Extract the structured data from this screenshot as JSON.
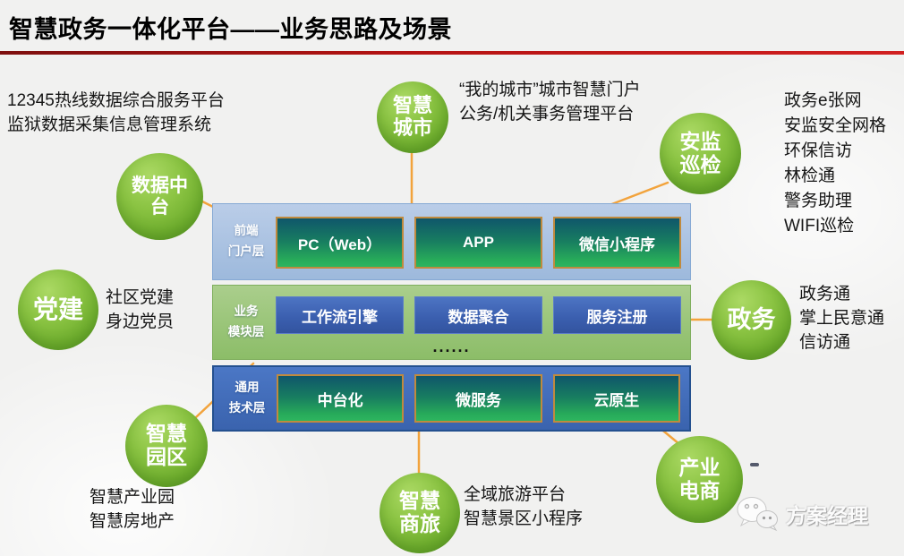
{
  "title": "智慧政务一体化平台——业务思路及场景",
  "colors": {
    "accent_red": "#b51313",
    "connector_orange": "#f2a33c",
    "bubble_green": "#6fae2e",
    "portal_layer_blue": "#9db9dc",
    "business_layer_green": "#8cbd68",
    "tech_layer_blue": "#3a63ae",
    "item_green": "#27aa5a",
    "item_blue": "#3a5eae"
  },
  "notes": {
    "top_left": "12345热线数据综合服务平台\n监狱数据采集信息管理系统",
    "top_center": "“我的城市”城市智慧门户\n公务/机关事务管理平台",
    "top_right": "政务e张网\n安监安全网格\n环保信访\n林检通\n警务助理\nWIFI巡检",
    "mid_left": "社区党建\n身边党员",
    "mid_right": "政务通\n掌上民意通\n信访通",
    "bottom_left": "智慧产业园\n智慧房地产",
    "bottom_center": "全域旅游平台\n智慧景区小程序"
  },
  "bubbles": {
    "smart_city": "智慧\n城市",
    "safety_patrol": "安监\n巡检",
    "data_middle_platform": "数据中\n台",
    "party_building": "党建",
    "government": "政务",
    "smart_park": "智慧\n园区",
    "smart_travel": "智慧\n商旅",
    "industry_ecommerce": "产业\n电商"
  },
  "layers": {
    "portal": {
      "label": "前端\n门户层",
      "items": [
        "PC（Web）",
        "APP",
        "微信小程序"
      ]
    },
    "business": {
      "label": "业务\n模块层",
      "items": [
        "工作流引擎",
        "数据聚合",
        "服务注册"
      ],
      "more": "......"
    },
    "tech": {
      "label": "通用\n技术层",
      "items": [
        "中台化",
        "微服务",
        "云原生"
      ]
    }
  },
  "watermark": {
    "text": "方案经理",
    "logo": "wechat-icon"
  }
}
